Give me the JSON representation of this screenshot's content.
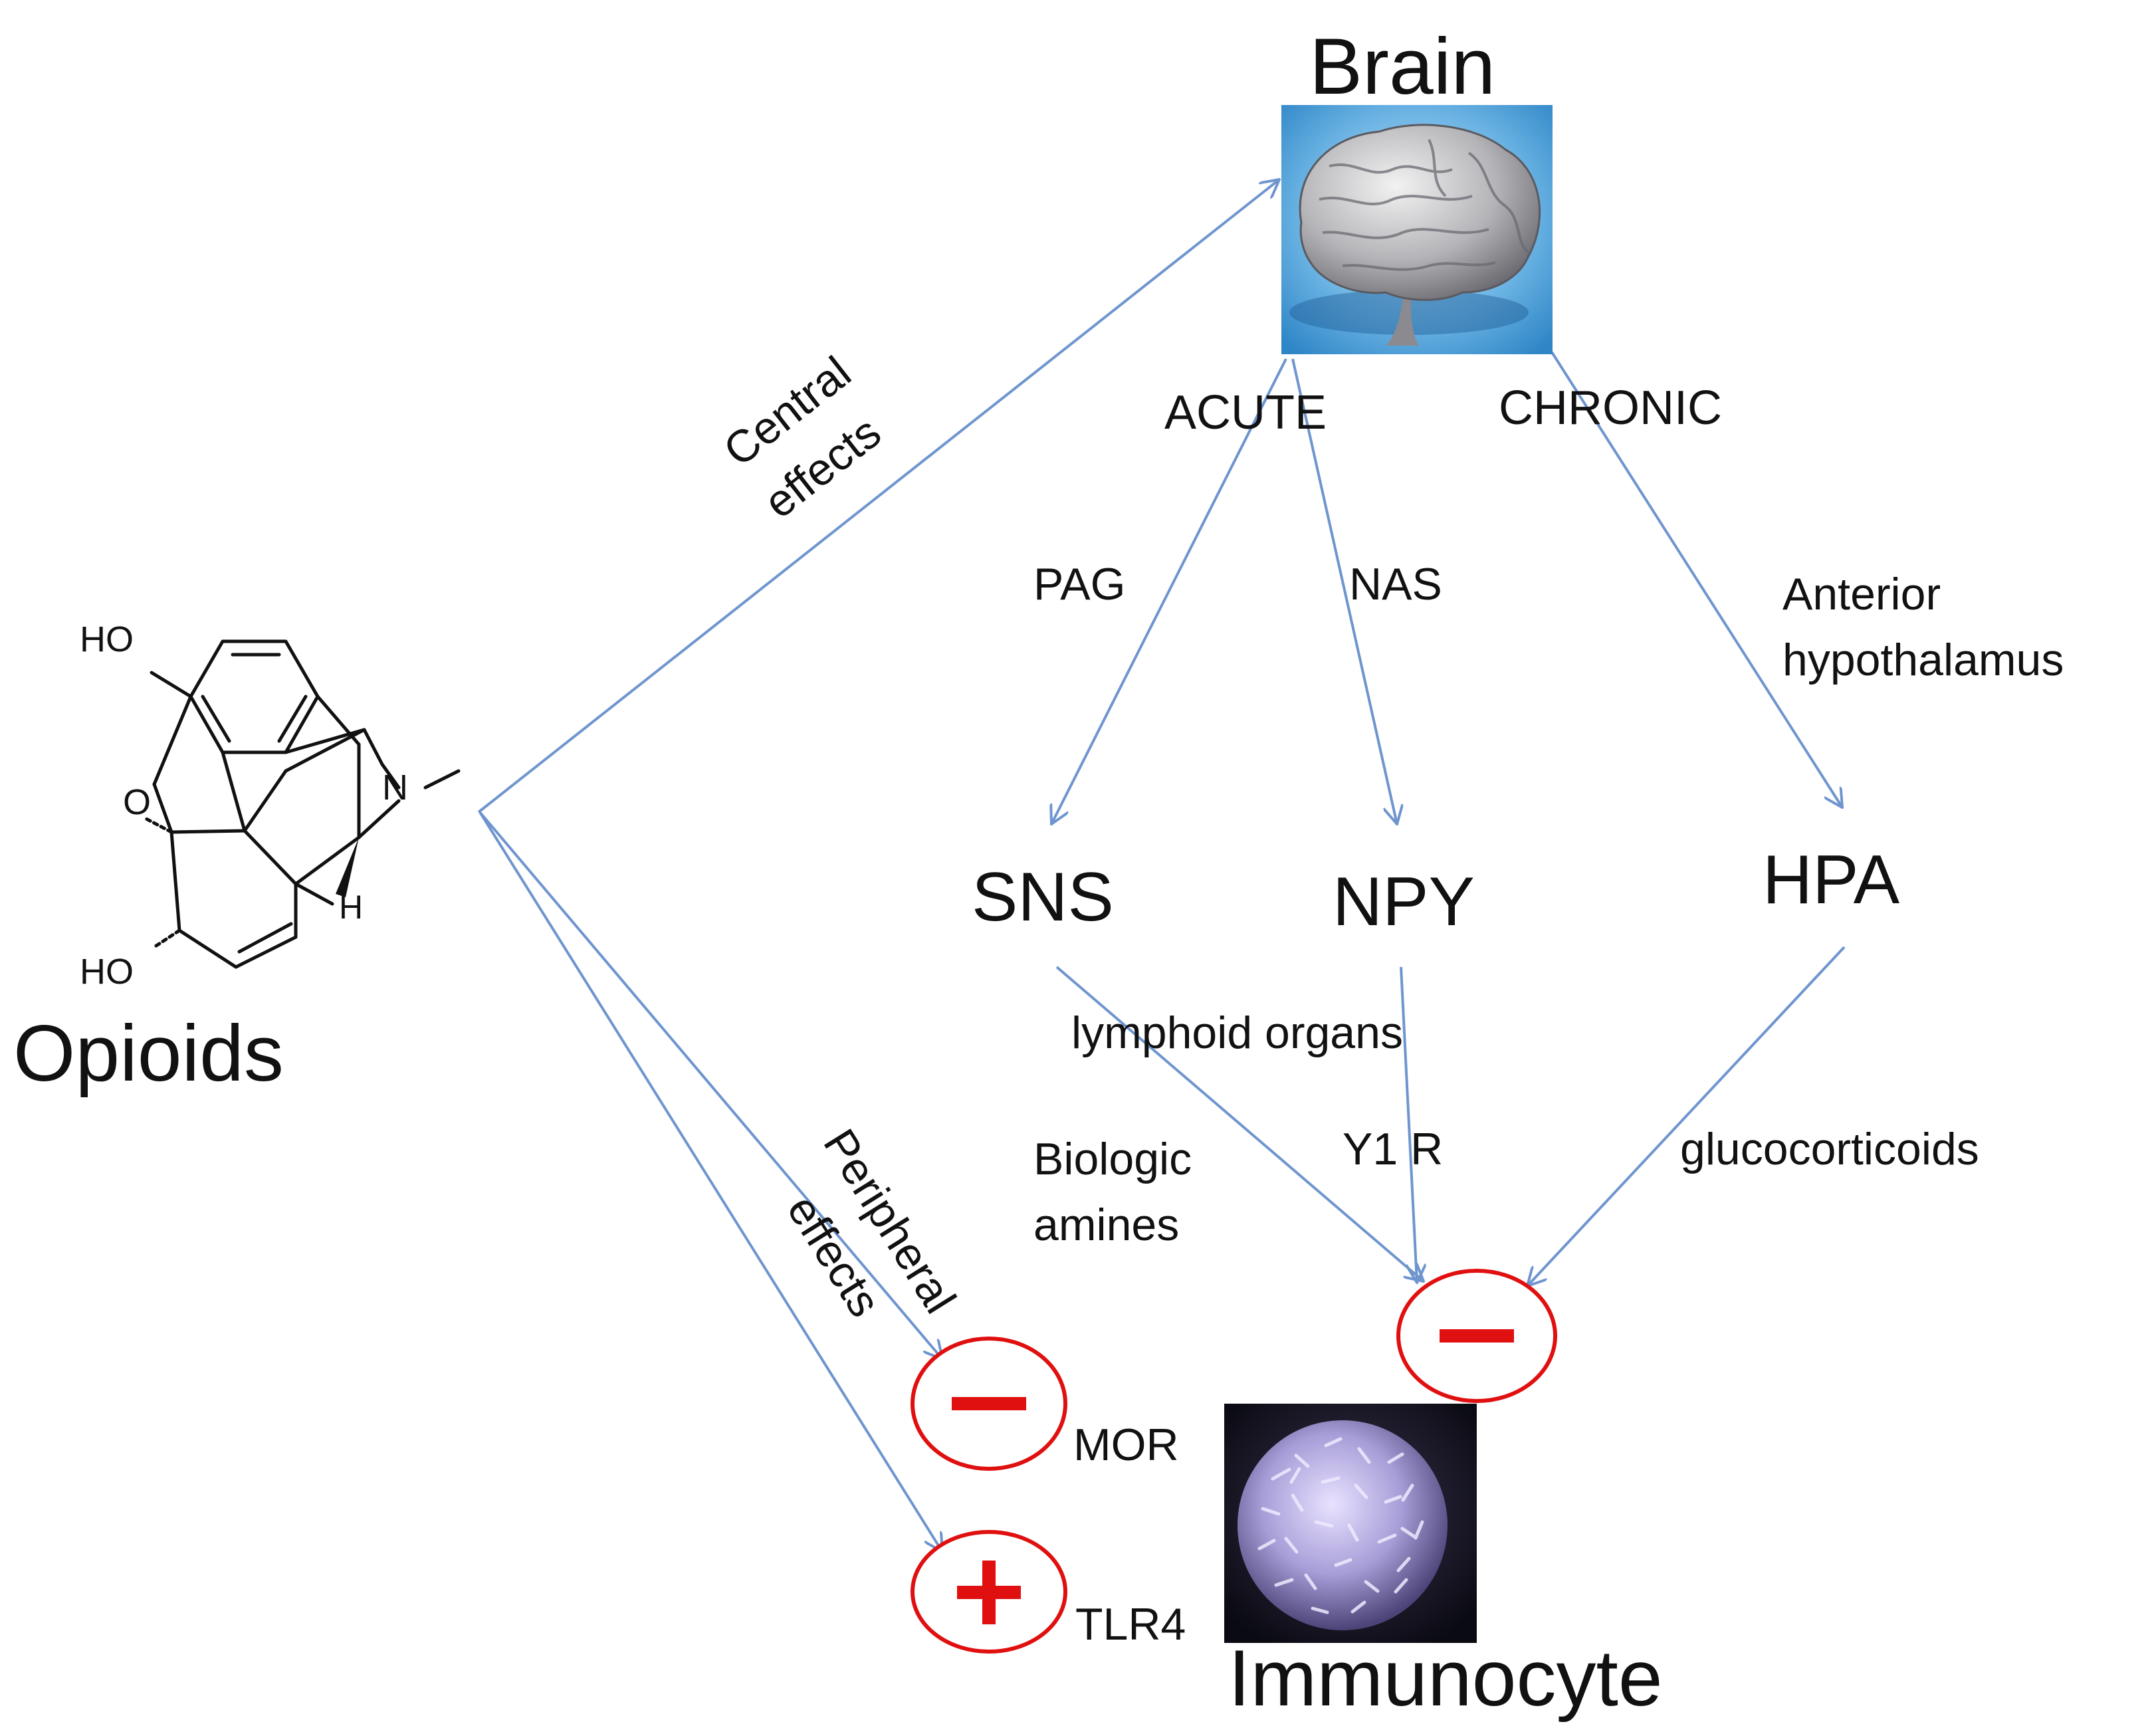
{
  "nodes": {
    "brain": "Brain",
    "opioids": "Opioids",
    "sns": "SNS",
    "npy": "NPY",
    "hpa": "HPA",
    "immunocyte": "Immunocyte"
  },
  "edge_labels": {
    "acute": "ACUTE",
    "chronic": "CHRONIC",
    "pag": "PAG",
    "nas": "NAS",
    "anterior_hypothalamus": "Anterior\nhypothalamus",
    "central_effects": "Central\neffects",
    "peripheral_effects": "Peripheral\neffects",
    "lymphoid_organs": "lymphoid organs",
    "biologic_amines": "Biologic\namines",
    "y1r": "Y1 R",
    "glucocorticoids": "glucocorticoids",
    "mor": "MOR",
    "tlr4": "TLR4"
  },
  "molecule_labels": {
    "ho_top": "HO",
    "o_ring": "O",
    "n_atom": "N",
    "h_atom": "H",
    "ho_bottom": "HO"
  },
  "effects": {
    "mor_sign": "minus",
    "tlr4_sign": "plus",
    "immunocyte_sign": "minus"
  },
  "colors": {
    "arrow": "#6f95cf",
    "sign": "#e01010",
    "text": "#111111"
  }
}
